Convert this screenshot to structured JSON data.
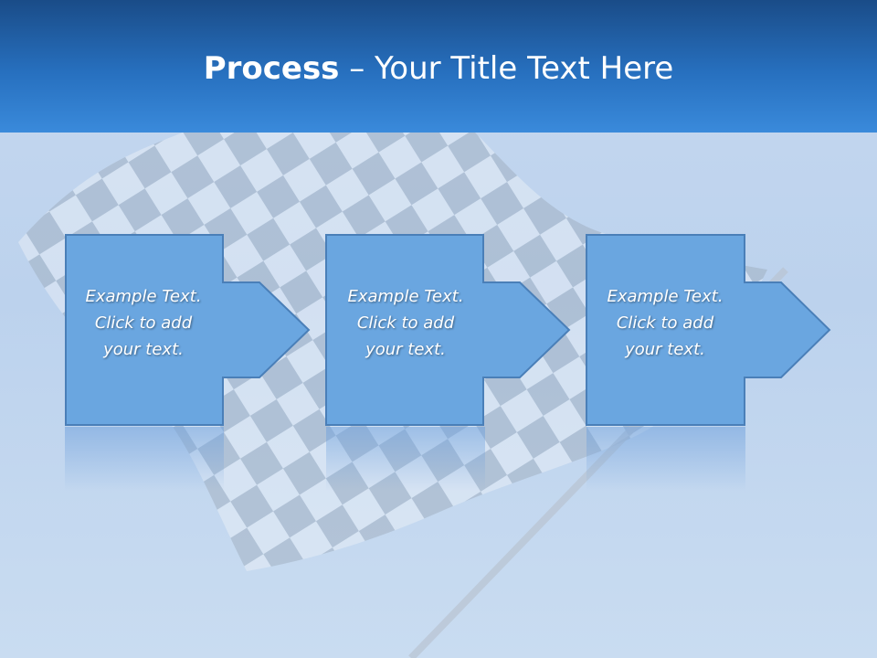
{
  "slide": {
    "title_bold": "Process",
    "title_rest": " – Your Title Text Here"
  },
  "steps": [
    {
      "line1": "Example Text.",
      "line2": "Click  to add",
      "line3": "your text."
    },
    {
      "line1": "Example Text.",
      "line2": "Click  to add",
      "line3": "your text."
    },
    {
      "line1": "Example Text.",
      "line2": "Click  to add",
      "line3": "your text."
    }
  ],
  "colors": {
    "header_dark": "#1a4c88",
    "header_light": "#3a8adb",
    "box_fill": "#6aa6e0",
    "box_border": "#4a7fb8",
    "background": "#c6d8ef"
  }
}
